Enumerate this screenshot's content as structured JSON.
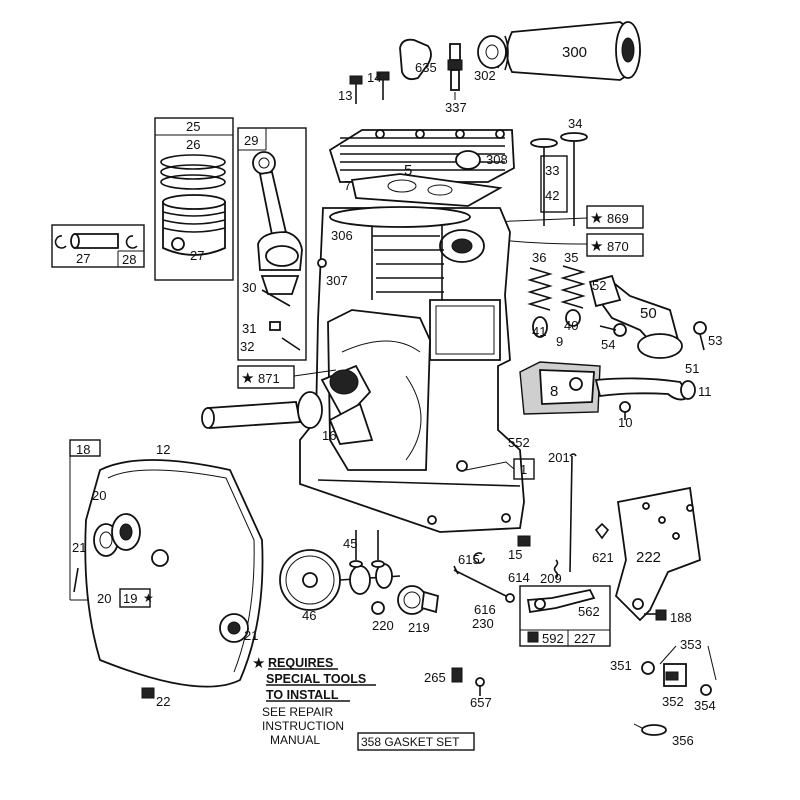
{
  "parts": {
    "p300": "300",
    "p302": "302",
    "p635": "635",
    "p337": "337",
    "p13": "13",
    "p14": "14",
    "p25": "25",
    "p26": "26",
    "p27a": "27",
    "p27b": "27",
    "p28": "28",
    "p29": "29",
    "p30": "30",
    "p31": "31",
    "p32": "32",
    "p5": "5",
    "p308": "308",
    "p7": "7",
    "p34": "34",
    "p33": "33",
    "p42": "42",
    "p869": "869",
    "p870": "870",
    "p306": "306",
    "p307": "307",
    "p36": "36",
    "p35": "35",
    "p41": "41",
    "p40": "40",
    "p52": "52",
    "p50": "50",
    "p51": "51",
    "p53": "53",
    "p54": "54",
    "p9": "9",
    "p8": "8",
    "p11": "11",
    "p10": "10",
    "p871": "871",
    "p16": "16",
    "p552": "552",
    "p1": "1",
    "p201": "201",
    "p18": "18",
    "p12": "12",
    "p20a": "20",
    "p20b": "20",
    "p19": "19",
    "p21a": "21",
    "p21b": "21",
    "p22": "22",
    "p45": "45",
    "p46": "46",
    "p220": "220",
    "p219": "219",
    "p615": "615",
    "p614": "614",
    "p616": "616",
    "p230": "230",
    "p15": "15",
    "p209": "209",
    "p621": "621",
    "p222": "222",
    "p188": "188",
    "p562": "562",
    "p592": "592",
    "p227": "227",
    "p353": "353",
    "p351": "351",
    "p352": "352",
    "p354": "354",
    "p356": "356",
    "p265": "265",
    "p657": "657"
  },
  "legend": {
    "star": "★",
    "line1": "REQUIRES",
    "line2": "SPECIAL TOOLS",
    "line3": "TO INSTALL",
    "line4": "SEE REPAIR",
    "line5": "INSTRUCTION",
    "line6": "MANUAL"
  },
  "gasket_set": "358 GASKET SET",
  "icons": [
    "star-icon"
  ],
  "colors": {
    "ink": "#111111",
    "paper": "#ffffff"
  }
}
